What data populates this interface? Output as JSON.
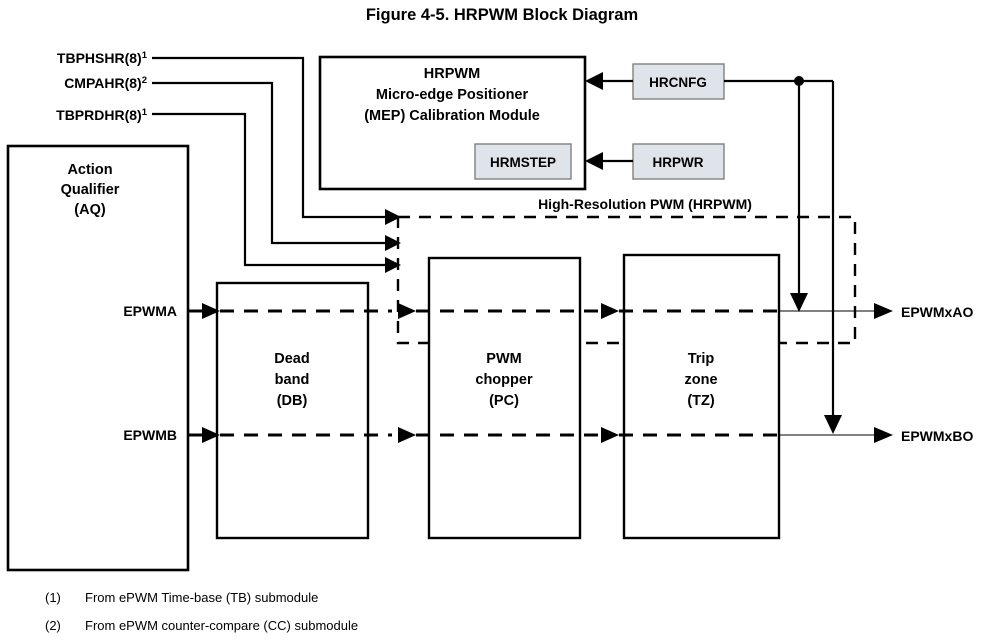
{
  "figure": {
    "title": "Figure 4-5. HRPWM Block Diagram"
  },
  "inputs": [
    {
      "label": "TBPHSHR(8)",
      "footnote": "1"
    },
    {
      "label": "CMPAHR(8)",
      "footnote": "2"
    },
    {
      "label": "TBPRDHR(8)",
      "footnote": "1"
    }
  ],
  "hrpwm_module": {
    "title_line1": "HRPWM",
    "title_line2": "Micro-edge Positioner",
    "title_line3": "(MEP) Calibration Module",
    "inner_register": "HRMSTEP"
  },
  "registers": [
    {
      "name": "HRCNFG"
    },
    {
      "name": "HRPWR"
    }
  ],
  "region": {
    "label": "High-Resolution PWM (HRPWM)"
  },
  "action_qualifier": {
    "line1": "Action",
    "line2": "Qualifier",
    "line3": "(AQ)",
    "out_a": "EPWMA",
    "out_b": "EPWMB"
  },
  "submodules": [
    {
      "line1": "Dead",
      "line2": "band",
      "line3": "(DB)"
    },
    {
      "line1": "PWM",
      "line2": "chopper",
      "line3": "(PC)"
    },
    {
      "line1": "Trip",
      "line2": "zone",
      "line3": "(TZ)"
    }
  ],
  "outputs": [
    {
      "label": "EPWMxAO"
    },
    {
      "label": "EPWMxBO"
    }
  ],
  "footnotes": [
    {
      "num": "(1)",
      "text": "From ePWM Time-base (TB) submodule"
    },
    {
      "num": "(2)",
      "text": "From ePWM counter-compare (CC) submodule"
    }
  ],
  "colors": {
    "register_fill": "#dfe4ea",
    "register_border": "#808080",
    "line": "#000000",
    "background": "#ffffff"
  }
}
